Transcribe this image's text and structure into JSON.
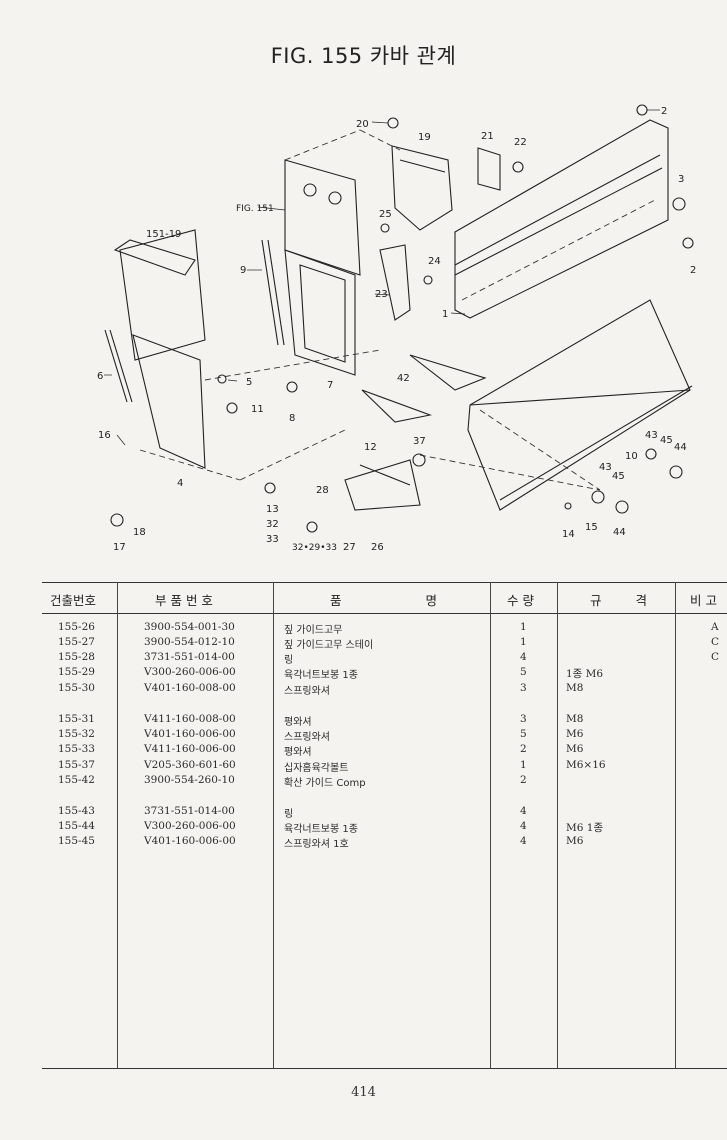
{
  "title": "FIG. 155 카바 관계",
  "diagram": {
    "callouts": {
      "c2a": "2",
      "c2b": "2",
      "c3": "3",
      "c1": "1",
      "c19": "19",
      "c20": "20",
      "c21": "21",
      "c22": "22",
      "c25": "25",
      "c24": "24",
      "c23": "23",
      "fig151": "FIG. 151",
      "c151_19": "151-19",
      "c9": "9",
      "c6": "6",
      "c5": "5",
      "c7": "7",
      "c8": "8",
      "c11": "11",
      "c16": "16",
      "c4": "4",
      "c42": "42",
      "c37": "37",
      "c12": "12",
      "c28": "28",
      "c13": "13",
      "c32": "32",
      "c33": "33",
      "c32_29_33": "32•29•33",
      "c27": "27",
      "c26": "26",
      "c17": "17",
      "c18": "18",
      "c43a": "43",
      "c45a": "45",
      "c44a": "44",
      "c10": "10",
      "c43b": "43",
      "c45b": "45",
      "c14": "14",
      "c15": "15",
      "c44b": "44"
    }
  },
  "table": {
    "headers": {
      "no": "건출번호",
      "part_no": "부 품 번 호",
      "name": "품 명",
      "qty": "수 량",
      "spec": "규 격",
      "remark": "비 고"
    },
    "rows": [
      {
        "no": "155-26",
        "part_no": "3900-554-001-30",
        "name": "짚 가이드고무",
        "qty": "1",
        "spec": "",
        "remark": "A"
      },
      {
        "no": "155-27",
        "part_no": "3900-554-012-10",
        "name": "짚 가이드고무 스테이",
        "qty": "1",
        "spec": "",
        "remark": "C"
      },
      {
        "no": "155-28",
        "part_no": "3731-551-014-00",
        "name": "링",
        "qty": "4",
        "spec": "",
        "remark": "C"
      },
      {
        "no": "155-29",
        "part_no": "V300-260-006-00",
        "name": "육각너트보봉 1종",
        "qty": "5",
        "spec": "1종 M6",
        "remark": ""
      },
      {
        "no": "155-30",
        "part_no": "V401-160-008-00",
        "name": "스프링와셔",
        "qty": "3",
        "spec": "M8",
        "remark": ""
      },
      {
        "no": "155-31",
        "part_no": "V411-160-008-00",
        "name": "평와셔",
        "qty": "3",
        "spec": "M8",
        "remark": ""
      },
      {
        "no": "155-32",
        "part_no": "V401-160-006-00",
        "name": "스프링와셔",
        "qty": "5",
        "spec": "M6",
        "remark": ""
      },
      {
        "no": "155-33",
        "part_no": "V411-160-006-00",
        "name": "평와셔",
        "qty": "2",
        "spec": "M6",
        "remark": ""
      },
      {
        "no": "155-37",
        "part_no": "V205-360-601-60",
        "name": "십자홈육각볼트",
        "qty": "1",
        "spec": "M6×16",
        "remark": ""
      },
      {
        "no": "155-42",
        "part_no": "3900-554-260-10",
        "name": "확산 가이드 Comp",
        "qty": "2",
        "spec": "",
        "remark": ""
      },
      {
        "no": "155-43",
        "part_no": "3731-551-014-00",
        "name": "링",
        "qty": "4",
        "spec": "",
        "remark": ""
      },
      {
        "no": "155-44",
        "part_no": "V300-260-006-00",
        "name": "육각너트보봉 1종",
        "qty": "4",
        "spec": "M6 1종",
        "remark": ""
      },
      {
        "no": "155-45",
        "part_no": "V401-160-006-00",
        "name": "스프링와셔 1호",
        "qty": "4",
        "spec": "M6",
        "remark": ""
      }
    ]
  },
  "page_number": "414"
}
